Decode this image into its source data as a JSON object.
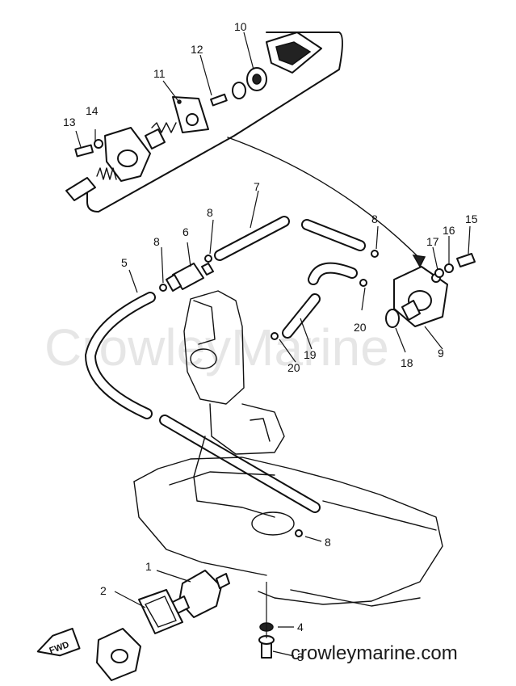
{
  "watermark": "CrowleyMarine",
  "site_label": "crowleymarine.com",
  "direction_label": "FWD",
  "callouts": {
    "c1": "1",
    "c2": "2",
    "c3": "3",
    "c4": "4",
    "c5": "5",
    "c6": "6",
    "c7": "7",
    "c8a": "8",
    "c8b": "8",
    "c8c": "8",
    "c8d": "8",
    "c9": "9",
    "c10": "10",
    "c11": "11",
    "c12": "12",
    "c13": "13",
    "c14": "14",
    "c15": "15",
    "c16": "16",
    "c17": "17",
    "c18": "18",
    "c19": "19",
    "c20a": "20",
    "c20b": "20"
  }
}
